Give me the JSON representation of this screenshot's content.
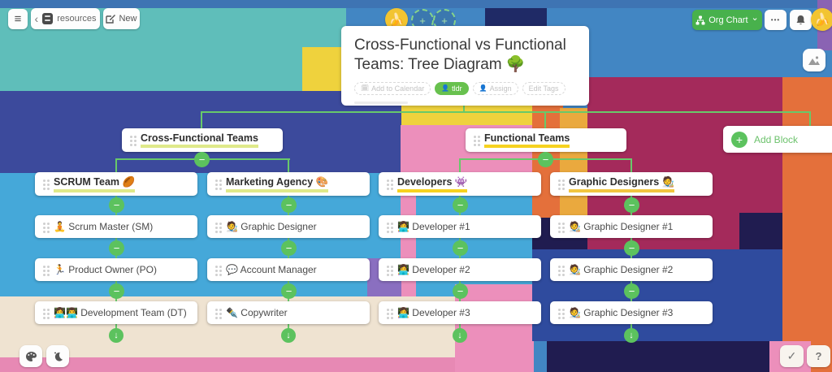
{
  "icons": {
    "menu": "≡",
    "back": "‹",
    "more": "•••",
    "chevron_down": "⌄",
    "plus": "+",
    "minus": "−",
    "down_arrow": "↓",
    "check": "✓",
    "help": "?",
    "banana": "🍌",
    "calendar": "🗓",
    "person": "👤"
  },
  "colors": {
    "accent_green": "#5cc25e",
    "line_green": "#68c96a",
    "highlight_lime": "#dfe98a",
    "highlight_yellow": "#f6d21f",
    "highlight_amber": "#f1c640"
  },
  "topbar": {
    "resources_label": "resources",
    "new_label": "New",
    "org_chart_label": "Org Chart"
  },
  "title_card": {
    "title": "Cross-Functional vs Functional Teams: Tree Diagram 🌳",
    "actions": {
      "calendar": "Add to Calendar",
      "tldr": "tldr",
      "assign": "Assign",
      "edit_tags": "Edit Tags"
    }
  },
  "add_block_label": "Add Block",
  "tree": {
    "level1": [
      {
        "label": "Cross-Functional Teams"
      },
      {
        "label": "Functional Teams"
      }
    ],
    "columns": [
      {
        "header": "SCRUM Team 🏉",
        "items": [
          "🧘 Scrum Master (SM)",
          "🏃 Product Owner (PO)",
          "👩‍💻👨‍💻 Development Team (DT)"
        ]
      },
      {
        "header": "Marketing Agency 🎨",
        "items": [
          "🧑‍🎨 Graphic Designer",
          "💬 Account Manager",
          "✒️ Copywriter"
        ]
      },
      {
        "header": "Developers 👾",
        "items": [
          "👩‍💻 Developer #1",
          "👩‍💻 Developer #2",
          "👩‍💻 Developer #3"
        ]
      },
      {
        "header": "Graphic Designers 🧑‍🎨",
        "items": [
          "🧑‍🎨 Graphic Designer #1",
          "🧑‍🎨 Graphic Designer #2",
          "🧑‍🎨 Graphic Designer #3"
        ]
      }
    ]
  }
}
